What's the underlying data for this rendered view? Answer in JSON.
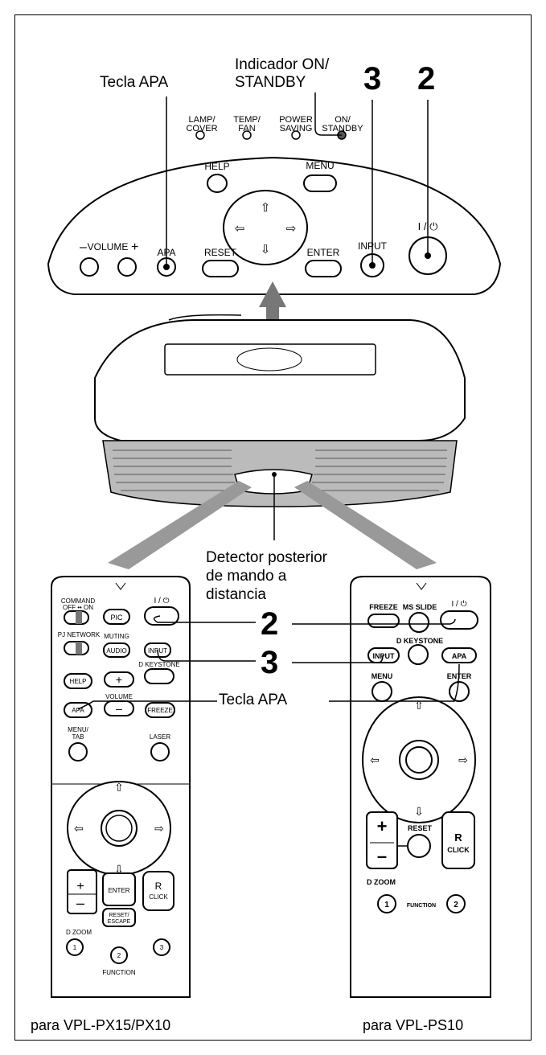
{
  "callouts": {
    "apa_top": "Tecla APA",
    "on_standby": "Indicador ON/\nSTANDBY",
    "num3_top": "3",
    "num2_top": "2",
    "detector": "Detector posterior\nde mando a\ndistancia",
    "num2_mid": "2",
    "num3_mid": "3",
    "apa_mid": "Tecla APA"
  },
  "indicators": [
    "LAMP/\nCOVER",
    "TEMP/\nFAN",
    "POWER\nSAVING",
    "ON/\nSTANDBY"
  ],
  "panel_buttons": {
    "help": "HELP",
    "menu": "MENU",
    "volume": "VOLUME",
    "apa": "APA",
    "reset": "RESET",
    "enter": "ENTER",
    "input": "INPUT",
    "power": "I / ⏻"
  },
  "remote_left": {
    "command": "COMMAND",
    "off_on": "OFF •• ON",
    "pic": "PIC",
    "power": "I / ⏻",
    "pj_network": "PJ NETWORK",
    "muting": "MUTING",
    "audio": "AUDIO",
    "input": "INPUT",
    "d_keystone": "D KEYSTONE",
    "help": "HELP",
    "volume": "VOLUME",
    "apa": "APA",
    "freeze": "FREEZE",
    "menu_tab": "MENU/\nTAB",
    "laser": "LASER",
    "enter": "ENTER",
    "reset_escape": "RESET/\nESCAPE",
    "r_click": "R\nCLICK",
    "d_zoom": "D ZOOM",
    "fn1": "1",
    "fn2": "2",
    "fn3": "3",
    "function": "FUNCTION"
  },
  "remote_right": {
    "freeze": "FREEZE",
    "ms_slide": "MS SLIDE",
    "power": "I / ⏻",
    "d_keystone": "D KEYSTONE",
    "input": "INPUT",
    "apa": "APA",
    "menu": "MENU",
    "enter": "ENTER",
    "reset": "RESET",
    "r_click": "R\nCLICK",
    "d_zoom": "D ZOOM",
    "fn1": "1",
    "function": "FUNCTION",
    "fn2": "2"
  },
  "captions": {
    "left": "para VPL-PX15/PX10",
    "right": "para VPL-PS10"
  }
}
